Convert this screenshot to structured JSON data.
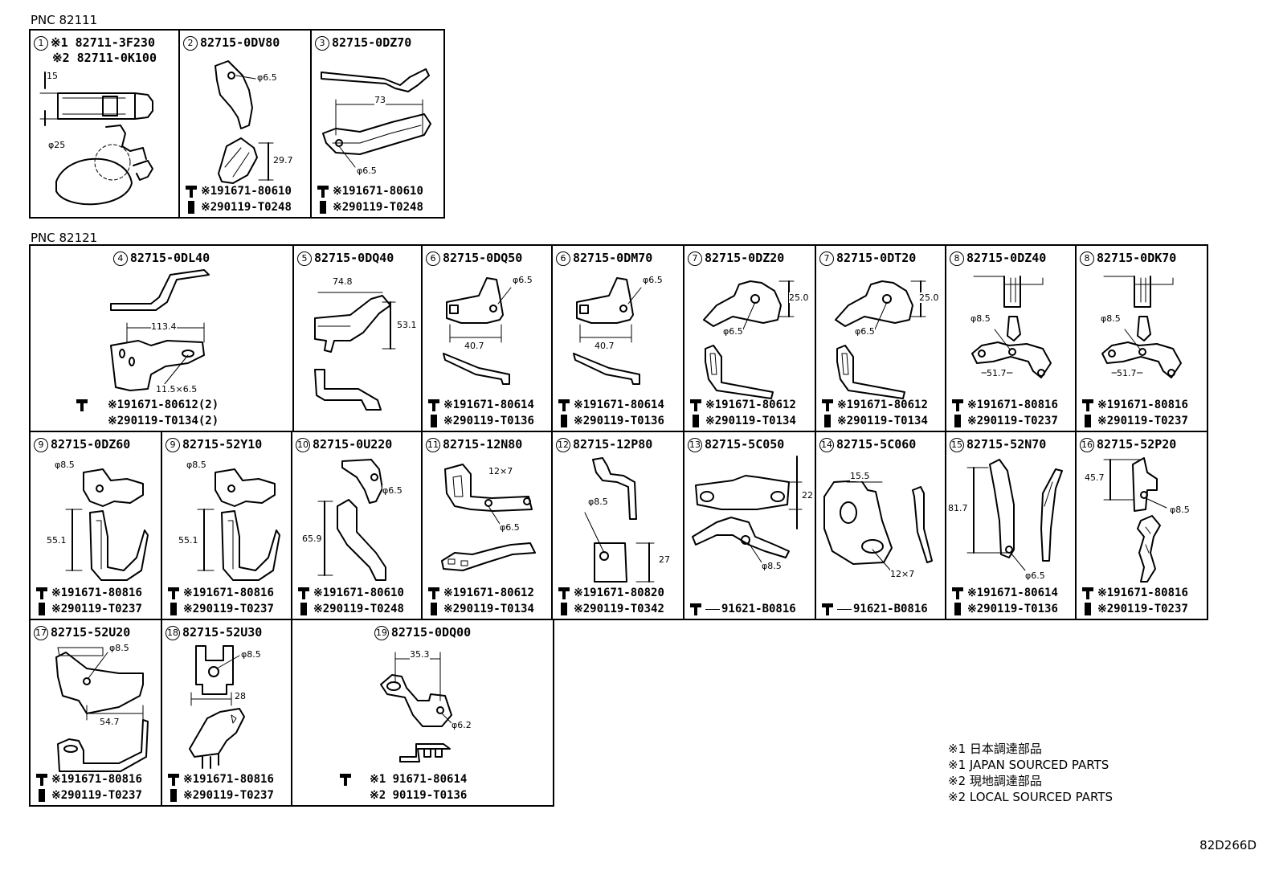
{
  "header_pnc": [
    "PNC 82111",
    "PNC 82121"
  ],
  "groups": {
    "pnc82111": [
      {
        "num": "1",
        "parts": [
          "※1 82711-3F230",
          "※2 82711-0K100"
        ],
        "dims": [
          "15",
          "φ25"
        ],
        "fasteners": []
      },
      {
        "num": "2",
        "parts": [
          "82715-0DV80"
        ],
        "dims": [
          "φ6.5",
          "29.7"
        ],
        "fasteners": [
          "※191671-80610",
          "※290119-T0248"
        ]
      },
      {
        "num": "3",
        "parts": [
          "82715-0DZ70"
        ],
        "dims": [
          "73",
          "φ6.5"
        ],
        "fasteners": [
          "※191671-80610",
          "※290119-T0248"
        ]
      }
    ],
    "pnc82121": [
      {
        "num": "4",
        "parts": [
          "82715-0DL40"
        ],
        "dims": [
          "113.4",
          "11.5×6.5"
        ],
        "fasteners": [
          "※191671-80612(2)",
          "※290119-T0134(2)"
        ]
      },
      {
        "num": "5",
        "parts": [
          "82715-0DQ40"
        ],
        "dims": [
          "74.8",
          "53.1"
        ],
        "fasteners": []
      },
      {
        "num": "6",
        "parts": [
          "82715-0DQ50"
        ],
        "dims": [
          "φ6.5",
          "40.7"
        ],
        "fasteners": [
          "※191671-80614",
          "※290119-T0136"
        ]
      },
      {
        "num": "6",
        "parts": [
          "82715-0DM70"
        ],
        "dims": [
          "φ6.5",
          "40.7"
        ],
        "fasteners": [
          "※191671-80614",
          "※290119-T0136"
        ]
      },
      {
        "num": "7",
        "parts": [
          "82715-0DZ20"
        ],
        "dims": [
          "25.0",
          "φ6.5"
        ],
        "fasteners": [
          "※191671-80612",
          "※290119-T0134"
        ]
      },
      {
        "num": "7",
        "parts": [
          "82715-0DT20"
        ],
        "dims": [
          "25.0",
          "φ6.5"
        ],
        "fasteners": [
          "※191671-80612",
          "※290119-T0134"
        ]
      },
      {
        "num": "8",
        "parts": [
          "82715-0DZ40"
        ],
        "dims": [
          "φ8.5",
          "51.7"
        ],
        "fasteners": [
          "※191671-80816",
          "※290119-T0237"
        ]
      },
      {
        "num": "8",
        "parts": [
          "82715-0DK70"
        ],
        "dims": [
          "φ8.5",
          "51.7"
        ],
        "fasteners": [
          "※191671-80816",
          "※290119-T0237"
        ]
      },
      {
        "num": "9",
        "parts": [
          "82715-0DZ60"
        ],
        "dims": [
          "φ8.5",
          "55.1"
        ],
        "fasteners": [
          "※191671-80816",
          "※290119-T0237"
        ]
      },
      {
        "num": "9",
        "parts": [
          "82715-52Y10"
        ],
        "dims": [
          "φ8.5",
          "55.1"
        ],
        "fasteners": [
          "※191671-80816",
          "※290119-T0237"
        ]
      },
      {
        "num": "10",
        "parts": [
          "82715-0U220"
        ],
        "dims": [
          "φ6.5",
          "65.9"
        ],
        "fasteners": [
          "※191671-80610",
          "※290119-T0248"
        ]
      },
      {
        "num": "11",
        "parts": [
          "82715-12N80"
        ],
        "dims": [
          "12×7",
          "φ6.5"
        ],
        "fasteners": [
          "※191671-80612",
          "※290119-T0134"
        ]
      },
      {
        "num": "12",
        "parts": [
          "82715-12P80"
        ],
        "dims": [
          "φ8.5",
          "27"
        ],
        "fasteners": [
          "※191671-80820",
          "※290119-T0342"
        ]
      },
      {
        "num": "13",
        "parts": [
          "82715-5C050"
        ],
        "dims": [
          "22",
          "φ8.5"
        ],
        "fasteners": [
          "91621-B0816"
        ]
      },
      {
        "num": "14",
        "parts": [
          "82715-5C060"
        ],
        "dims": [
          "15.5",
          "12×7"
        ],
        "fasteners": [
          "91621-B0816"
        ]
      },
      {
        "num": "15",
        "parts": [
          "82715-52N70"
        ],
        "dims": [
          "81.7",
          "φ6.5"
        ],
        "fasteners": [
          "※191671-80614",
          "※290119-T0136"
        ]
      },
      {
        "num": "16",
        "parts": [
          "82715-52P20"
        ],
        "dims": [
          "45.7",
          "φ8.5"
        ],
        "fasteners": [
          "※191671-80816",
          "※290119-T0237"
        ]
      },
      {
        "num": "17",
        "parts": [
          "82715-52U20"
        ],
        "dims": [
          "φ8.5",
          "54.7"
        ],
        "fasteners": [
          "※191671-80816",
          "※290119-T0237"
        ]
      },
      {
        "num": "18",
        "parts": [
          "82715-52U30"
        ],
        "dims": [
          "φ8.5",
          "28"
        ],
        "fasteners": [
          "※191671-80816",
          "※290119-T0237"
        ]
      },
      {
        "num": "19",
        "parts": [
          "82715-0DQ00"
        ],
        "dims": [
          "35.3",
          "φ6.2"
        ],
        "fasteners": [
          "※1 91671-80614",
          "※2 90119-T0136"
        ]
      }
    ]
  },
  "notes": [
    "※1 日本調達部品",
    "※1 JAPAN SOURCED PARTS",
    "※2 現地調達部品",
    "※2 LOCAL SOURCED PARTS"
  ],
  "illustration_code": "82D266D"
}
